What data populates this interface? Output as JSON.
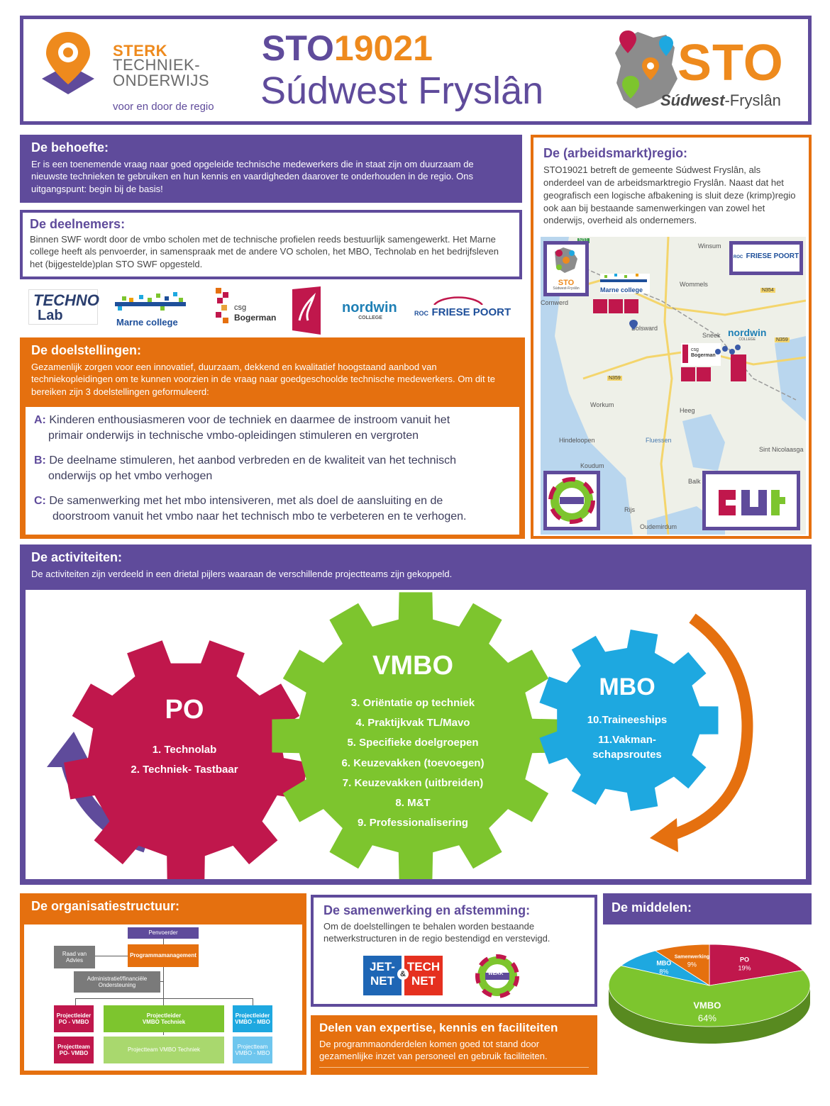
{
  "header": {
    "brand_line1": "STERK",
    "brand_line2": "TECHNIEK-",
    "brand_line3": "ONDERWIJS",
    "brand_sub": "voor en door de regio",
    "title_prefix": "STO",
    "title_number": "19021",
    "title_region": "Súdwest Fryslân",
    "logo_sto": "STO",
    "logo_region_a": "Súdwest",
    "logo_region_b": "-Fryslân"
  },
  "behoefte": {
    "title": "De behoefte:",
    "text": "Er is een toenemende vraag naar goed opgeleide technische medewerkers die in staat zijn om duurzaam de nieuwste technieken te gebruiken en hun kennis en vaardigheden daarover te onderhouden in de regio. Ons uitgangspunt: begin bij de basis!"
  },
  "deelnemers": {
    "title": "De deelnemers:",
    "text": "Binnen SWF wordt door de vmbo scholen met de technische profielen reeds bestuurlijk samengewerkt. Het Marne college heeft als penvoerder, in samenspraak met de andere VO scholen, het MBO, Technolab en het bedrijfsleven het (bijgestelde)plan STO SWF opgesteld."
  },
  "logos": {
    "technolab_a": "TECHNO",
    "technolab_b": "Lab",
    "marne": "Marne college",
    "csg_a": "csg",
    "csg_b": "Bogerman",
    "nordwin_a": "nordwin",
    "nordwin_b": "COLLEGE",
    "roc_a": "ROC",
    "roc_b": "FRIESE POORT"
  },
  "doelstellingen": {
    "title": "De doelstellingen:",
    "text": "Gezamenlijk zorgen voor een innovatief, duurzaam, dekkend en kwalitatief hoogstaand aanbod van techniekopleidingen om te kunnen voorzien in de vraag naar goedgeschoolde technische medewerkers. Om dit te bereiken zijn 3 doelstellingen geformuleerd:",
    "goals": [
      {
        "letter": "A:",
        "line1": "Kinderen enthousiasmeren voor de techniek en daarmee de instroom vanuit het",
        "line2": "primair onderwijs in technische vmbo-opleidingen stimuleren en vergroten"
      },
      {
        "letter": "B:",
        "line1": "De deelname stimuleren, het aanbod verbreden en de kwaliteit van het technisch",
        "line2": "onderwijs op het vmbo verhogen"
      },
      {
        "letter": "C:",
        "line1": "De samenwerking met het mbo intensiveren, met als doel de aansluiting en de",
        "line2": "doorstroom vanuit het vmbo naar het technisch mbo te verbeteren en te verhogen."
      }
    ]
  },
  "regio": {
    "title": "De (arbeidsmarkt)regio:",
    "text": "STO19021 betreft de gemeente Súdwest Fryslân, als onderdeel van de arbeidsmarktregio Fryslân. Naast dat het geografisch een logische afbakening is sluit deze (krimp)regio ook aan bij bestaande samenwerkingen van zowel het onderwijs, overheid als ondernemers.",
    "map_labels": [
      "Winsum",
      "Wommels",
      "Cornwerd",
      "Bolsward",
      "Sneek",
      "Heeg",
      "Workum",
      "Hindeloopen",
      "Koudum",
      "Balk",
      "Rijs",
      "Oudemirdum",
      "Sint Nicolaasga",
      "Fluessen"
    ],
    "map_roads": [
      "N31",
      "N354",
      "N359",
      "N359"
    ],
    "map_marne": "Marne college",
    "map_nordwin_a": "nordwin",
    "map_nordwin_b": "COLLEGE",
    "map_csg_a": "csg",
    "map_csg_b": "Bogerman",
    "map_roc_a": "ROC",
    "map_roc_b": "FRIESE POORT",
    "map_sto": "STO",
    "map_sto_sub": "Súdwest-Fryslân"
  },
  "activiteiten": {
    "title": "De activiteiten:",
    "text": "De activiteiten zijn verdeeld in een drietal pijlers waaraan de verschillende projectteams zijn gekoppeld.",
    "po": {
      "title": "PO",
      "items": [
        "1. Technolab",
        "2. Techniek- Tastbaar"
      ]
    },
    "vmbo": {
      "title": "VMBO",
      "items": [
        "3. Oriëntatie op techniek",
        "4. Praktijkvak TL/Mavo",
        "5. Specifieke doelgroepen",
        "6. Keuzevakken (toevoegen)",
        "7. Keuzevakken (uitbreiden)",
        "8. M&T",
        "9. Professionalisering"
      ]
    },
    "mbo": {
      "title": "MBO",
      "items": [
        "10.Traineeships",
        "11.Vakman-",
        "schapsroutes"
      ]
    }
  },
  "organisatie": {
    "title": "De organisatiestructuur:",
    "penvoerder": "Penvoerder",
    "raad_a": "Raad van",
    "raad_b": "Advies",
    "programma": "Programmamanagement",
    "admin_a": "Administratief/financiële",
    "admin_b": "Ondersteuning",
    "pl_po_a": "Projectleider",
    "pl_po_b": "PO - VMBO",
    "pl_vmbo_a": "Projectleider",
    "pl_vmbo_b": "VMBO Techniek",
    "pl_mbo_a": "Projectleider",
    "pl_mbo_b": "VMBO - MBO",
    "pt_po_a": "Projectteam",
    "pt_po_b": "PO- VMBO",
    "pt_vmbo": "Projectteam VMBO Techniek",
    "pt_mbo_a": "Projectteam",
    "pt_mbo_b": "VMBO - MBO"
  },
  "samenwerking": {
    "title": "De samenwerking en afstemming:",
    "text": "Om de doelstellingen te behalen worden bestaande netwerkstructuren in de regio bestendigd en verstevigd.",
    "jet_a": "JET-",
    "jet_b": "NET",
    "tech_a": "TECH",
    "tech_b": "NET",
    "amp": "&",
    "coop": "WERK"
  },
  "delen": {
    "title": "Delen van expertise, kennis en faciliteiten",
    "text": "De programmaonderdelen komen goed tot stand door gezamenlijke inzet van personeel en gebruik faciliteiten."
  },
  "middelen": {
    "title": "De middelen:"
  },
  "chart_data": {
    "type": "pie",
    "title": "",
    "categories": [
      "PO",
      "VMBO",
      "MBO",
      "Samenwerking"
    ],
    "values": [
      19,
      64,
      8,
      9
    ],
    "labels": [
      "19%",
      "64%",
      "8%",
      "9%"
    ],
    "colors": [
      "#c0174c",
      "#7dc52e",
      "#1ea8e0",
      "#e5700f"
    ]
  }
}
